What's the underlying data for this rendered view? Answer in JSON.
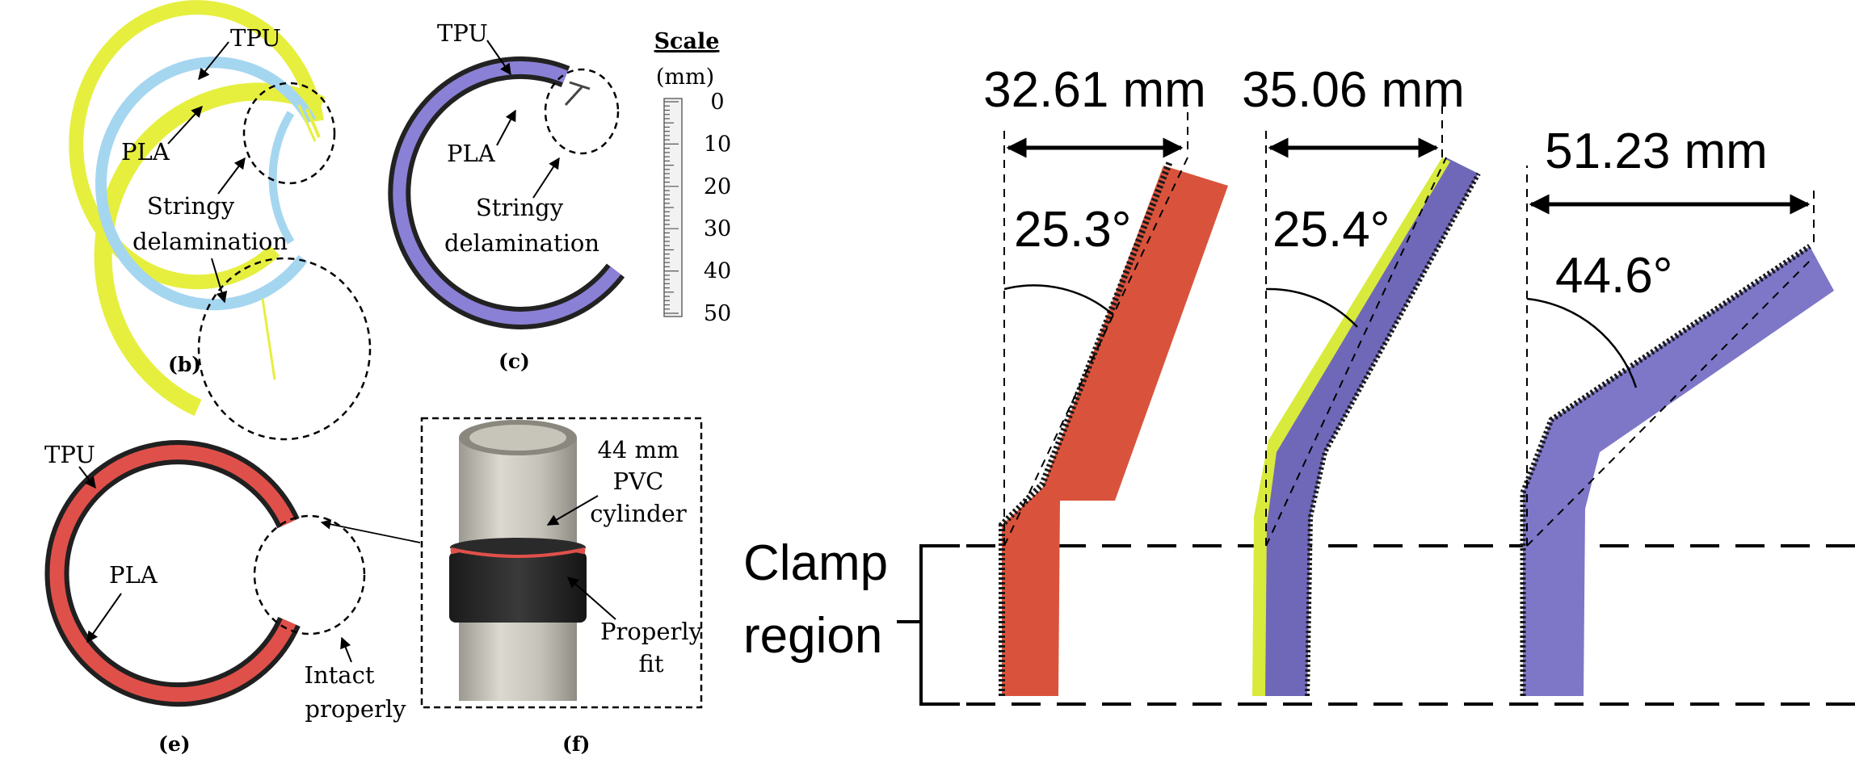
{
  "panel_b": {
    "label_tpu": "TPU",
    "label_pla": "PLA",
    "label_stringy": "Stringy",
    "label_delam": "delamination",
    "caption": "(b)"
  },
  "panel_c": {
    "label_tpu": "TPU",
    "label_pla": "PLA",
    "label_stringy": "Stringy",
    "label_delam": "delamination",
    "caption": "(c)"
  },
  "scale": {
    "title": "Scale",
    "unit": "(mm)",
    "ticks": [
      "0",
      "10",
      "20",
      "30",
      "40",
      "50"
    ]
  },
  "panel_e": {
    "label_tpu": "TPU",
    "label_pla": "PLA",
    "label_intact_1": "Intact",
    "label_intact_2": "properly",
    "caption": "(e)"
  },
  "panel_f": {
    "label_size": "44 mm",
    "label_material": "PVC",
    "label_shape": "cylinder",
    "label_fit_1": "Properly",
    "label_fit_2": "fit",
    "caption": "(f)"
  },
  "bend_test": {
    "clamp_label_1": "Clamp",
    "clamp_label_2": "region",
    "specimens": [
      {
        "width": "32.61 mm",
        "angle": "25.3°",
        "color": "#d9533c"
      },
      {
        "width": "35.06 mm",
        "angle": "25.4°",
        "color": "#6f68b8"
      },
      {
        "width": "51.23 mm",
        "angle": "44.6°",
        "color": "#7e77c8"
      }
    ]
  },
  "colors": {
    "tpu_yellow": "#e8f04a",
    "pla_blue": "#9fd2ee",
    "pla_purple": "#8a80d6",
    "tpu_black": "#1e1e1e",
    "pla_red": "#e0504a",
    "pvc_grey": "#c9c7bd"
  }
}
